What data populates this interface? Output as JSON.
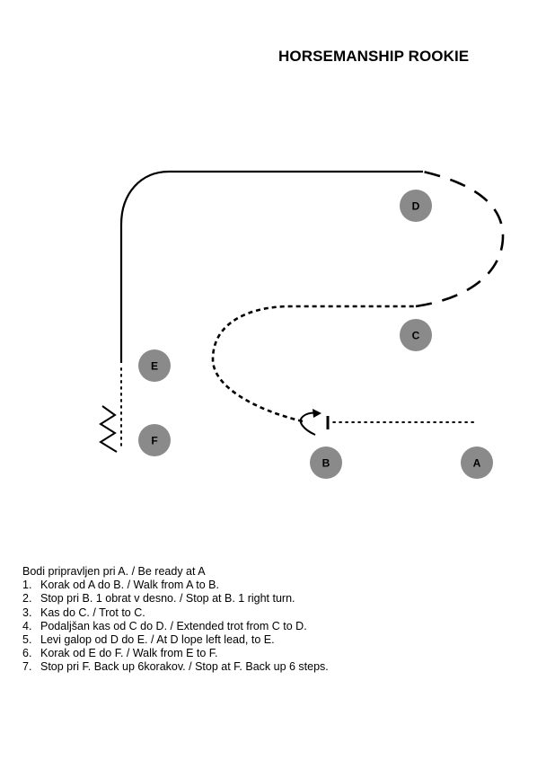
{
  "title": "HORSEMANSHIP ROOKIE",
  "markers": {
    "A": "A",
    "B": "B",
    "C": "C",
    "D": "D",
    "E": "E",
    "F": "F"
  },
  "colors": {
    "marker_fill": "#8a8a8a",
    "line": "#000000"
  },
  "instructions": {
    "intro": "Bodi pripravljen pri A. / Be ready at A",
    "steps": [
      {
        "num": "1.",
        "text": "Korak od A do B. / Walk from A to B."
      },
      {
        "num": "2.",
        "text": "Stop pri B. 1 obrat v desno. / Stop at B. 1 right turn."
      },
      {
        "num": "3.",
        "text": "Kas do C. / Trot to C."
      },
      {
        "num": "4.",
        "text": "Podaljšan kas od C do D. / Extended trot from C to D."
      },
      {
        "num": "5.",
        "text": "Levi galop od D do E. / At D lope left lead, to E."
      },
      {
        "num": "6.",
        "text": "Korak od E do F. / Walk from E to F."
      },
      {
        "num": "7.",
        "text": "Stop pri F. Back up 6korakov. / Stop at F. Back up 6 steps."
      }
    ]
  }
}
